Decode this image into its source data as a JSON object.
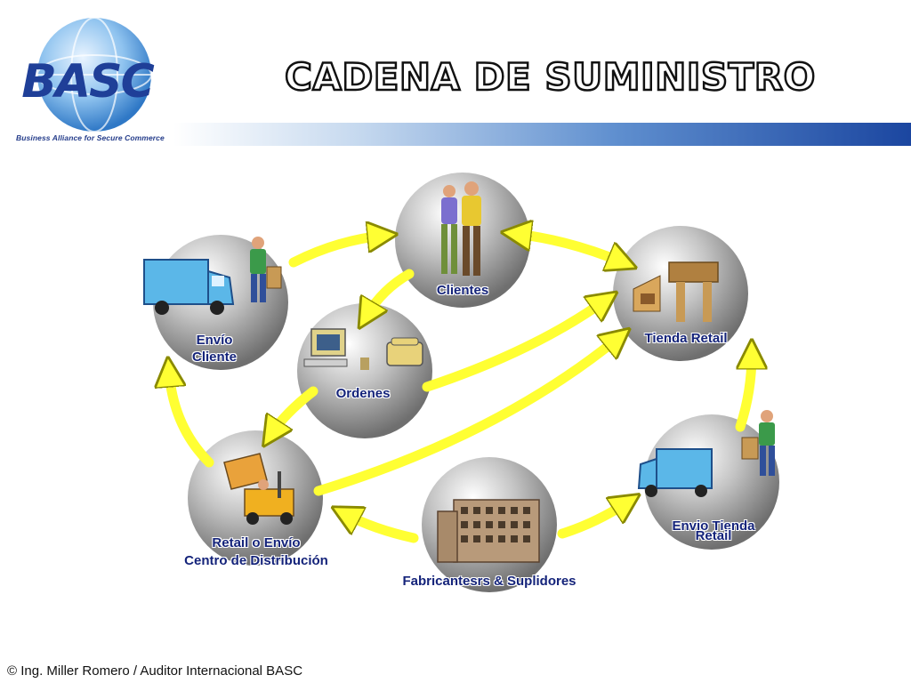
{
  "logo": {
    "text": "BASC",
    "tagline": "Business Alliance for Secure Commerce"
  },
  "title": "CADENA DE SUMINISTRO",
  "nodes": {
    "clientes": "Clientes",
    "tienda_retail": "Tienda Retail",
    "envio_cliente_1": "Envío",
    "envio_cliente_2": "Cliente",
    "ordenes": "Ordenes",
    "centro_1": "Retail o Envío",
    "centro_2": "Centro de Distribución",
    "envio_tienda_1": "Envio Tienda",
    "envio_tienda_2": "Retail",
    "fabricantes": "Fabricantesrs & Suplidores"
  },
  "footer": "© Ing. Miller Romero / Auditor Internacional BASC",
  "colors": {
    "arrow": "#ffff33",
    "label": "#14237a",
    "brand_blue": "#1f3f98"
  }
}
